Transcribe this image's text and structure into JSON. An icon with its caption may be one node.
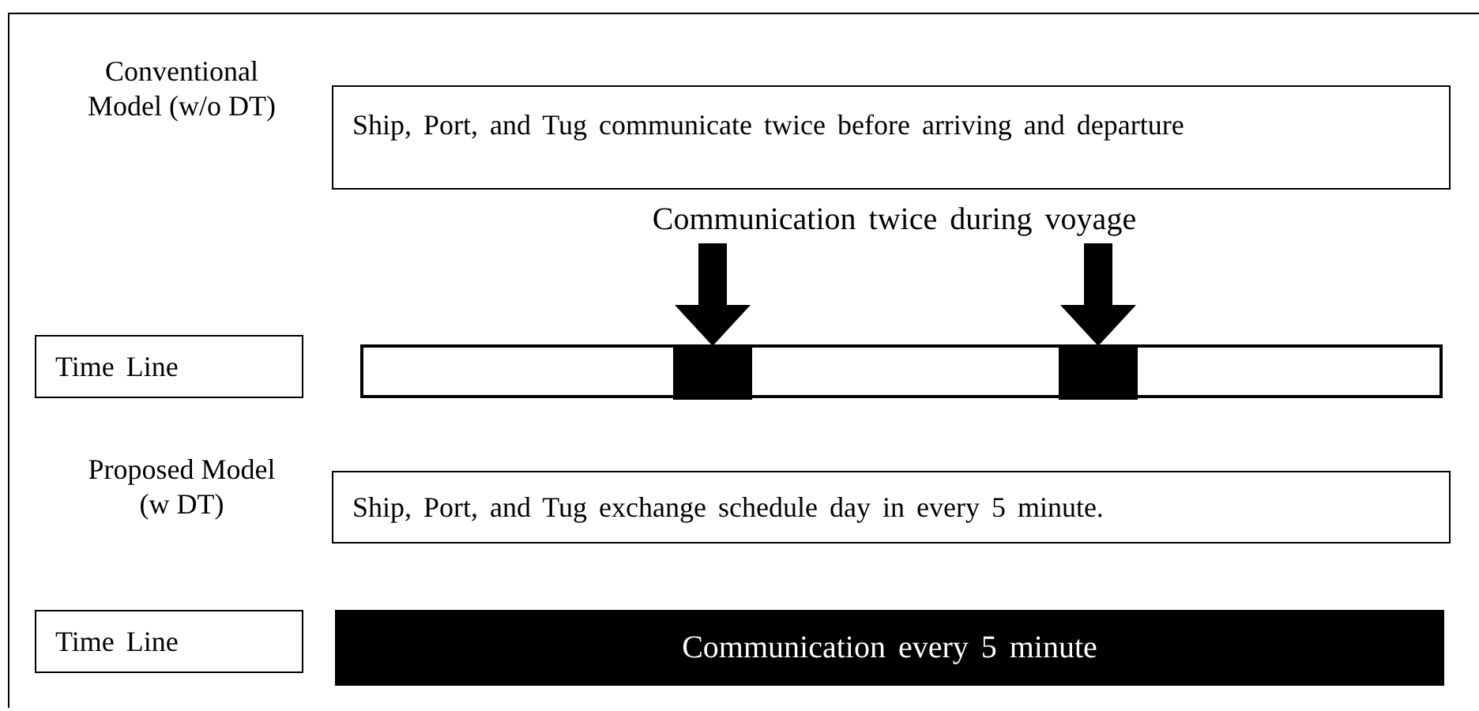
{
  "diagram": {
    "nodes": [
      {
        "text": [
          "Ship, Port, and Tug communicate twice before arriving and departure"
        ]
      },
      {
        "text": [
          "Communication twice during voyage"
        ]
      },
      {
        "text": [
          "Time Line"
        ]
      },
      {
        "text": [],
        "shape": "bar"
      },
      {
        "text": [],
        "shape": "box",
        "in": 3
      },
      {
        "text": [],
        "shape": "box",
        "in": 3
      },
      {
        "text": [
          "Ship, Port, and Tug exchange schedule day in every 5 minute."
        ]
      },
      {
        "text": [
          "Time Line"
        ]
      },
      {
        "text": [
          "Communication every 5 minute"
        ]
      }
    ],
    "edges": [
      {
        "from": 1,
        "to": 4,
        "arrow": "to"
      },
      {
        "from": 1,
        "to": 5,
        "arrow": "to"
      }
    ],
    "labels": [
      "Conventional Model (w/o DT)",
      "Proposed Model (w DT)"
    ]
  }
}
